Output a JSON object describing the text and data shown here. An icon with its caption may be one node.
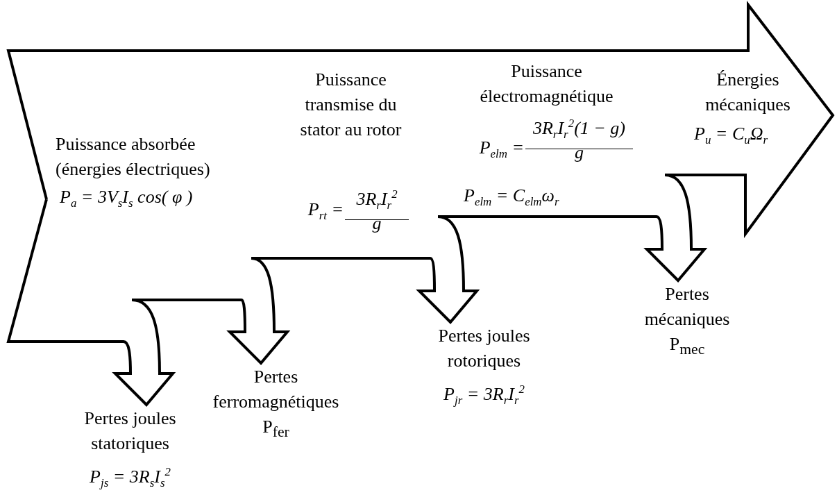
{
  "diagram": {
    "nodes": [
      {
        "text": [
          "Puissance absorbée (énergies électriques)",
          "P$_{a}$ = 3V$_{s}$I$_{s}$ cos( φ )",
          "Puissance transmise du stator au rotor",
          "P$_{rt}$ =",
          "3R$_{r}$I$_{r}$$^{2}$",
          "g",
          "Puissance électromagnétique",
          "P$_{elm}$ =",
          "3R$_{r}$I$_{r}$$^{2}$(1 − g)",
          "g",
          "P$_{elm}$ = C$_{elm}$ω$_{r}$",
          "Énergies mécaniques",
          "P$_{u}$ = C$_{u}$Ω$_{r}$"
        ]
      },
      {
        "text": [
          "Pertes joules statoriques",
          "P$_{js}$ = 3R$_{s}$I$_{s}$$^{2}$"
        ]
      },
      {
        "text": [
          "Pertes ferromagnétiques",
          "P$_{fer}$"
        ]
      },
      {
        "text": [
          "Pertes joules rotoriques",
          "P$_{jr}$ = 3R$_{r}$I$_{r}$$^{2}$"
        ]
      },
      {
        "text": [
          "Pertes mécaniques",
          "P$_{mec}$"
        ]
      }
    ],
    "edges": [
      {
        "from": 0,
        "to": 1,
        "arrow": "to"
      },
      {
        "from": 0,
        "to": 2,
        "arrow": "to"
      },
      {
        "from": 0,
        "to": 3,
        "arrow": "to"
      },
      {
        "from": 0,
        "to": 4,
        "arrow": "to"
      }
    ]
  }
}
